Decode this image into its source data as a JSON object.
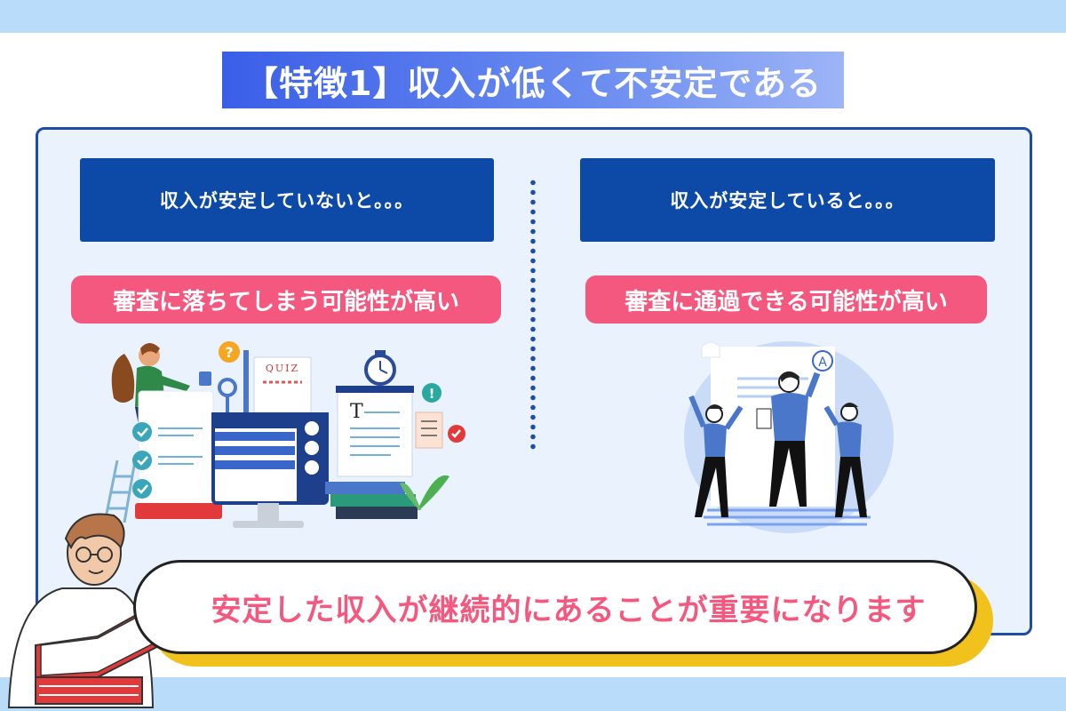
{
  "title": "【特徴1】収入が低くて不安定である",
  "left": {
    "header": "収入が安定していないと。。。",
    "result": "審査に落ちてしまう可能性が高い",
    "illustration": {
      "quiz_label": "QUIZ",
      "text_icon": "T",
      "question_mark": "?",
      "exclamation": "!"
    }
  },
  "right": {
    "header": "収入が安定していると。。。",
    "result": "審査に通過できる可能性が高い",
    "illustration": {
      "grade_label": "A"
    }
  },
  "message": "安定した収入が継続的にあることが重要になります",
  "colors": {
    "band": "#b8dcf9",
    "navy": "#0d4aa8",
    "pink": "#f4587e",
    "panel_bg": "#eaf3fd",
    "accent_yellow": "#f1c21b"
  }
}
